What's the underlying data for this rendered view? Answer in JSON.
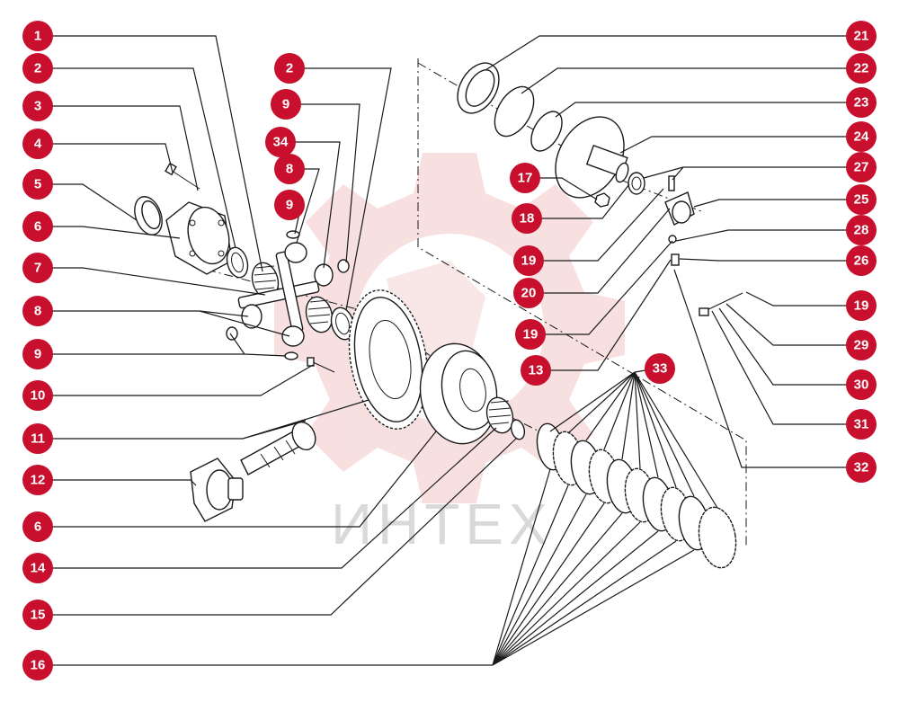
{
  "watermark": {
    "text": "ИНТЕХ",
    "color": "#f2c7c7"
  },
  "accent_color": "#c8102e",
  "callouts": {
    "c1": "1",
    "c2": "2",
    "c3": "3",
    "c4": "4",
    "c5": "5",
    "c6": "6",
    "c7": "7",
    "c8": "8",
    "c9": "9",
    "c10": "10",
    "c11": "11",
    "c12": "12",
    "c6b": "6",
    "c14": "14",
    "c15": "15",
    "c16": "16",
    "c2b": "2",
    "c9b": "9",
    "c34": "34",
    "c8b": "8",
    "c9c": "9",
    "c17": "17",
    "c18": "18",
    "c19": "19",
    "c20": "20",
    "c19b": "19",
    "c13": "13",
    "c33": "33",
    "c21": "21",
    "c22": "22",
    "c23": "23",
    "c24": "24",
    "c27": "27",
    "c25": "25",
    "c28": "28",
    "c26": "26",
    "c19c": "19",
    "c29": "29",
    "c30": "30",
    "c31": "31",
    "c32": "32"
  }
}
